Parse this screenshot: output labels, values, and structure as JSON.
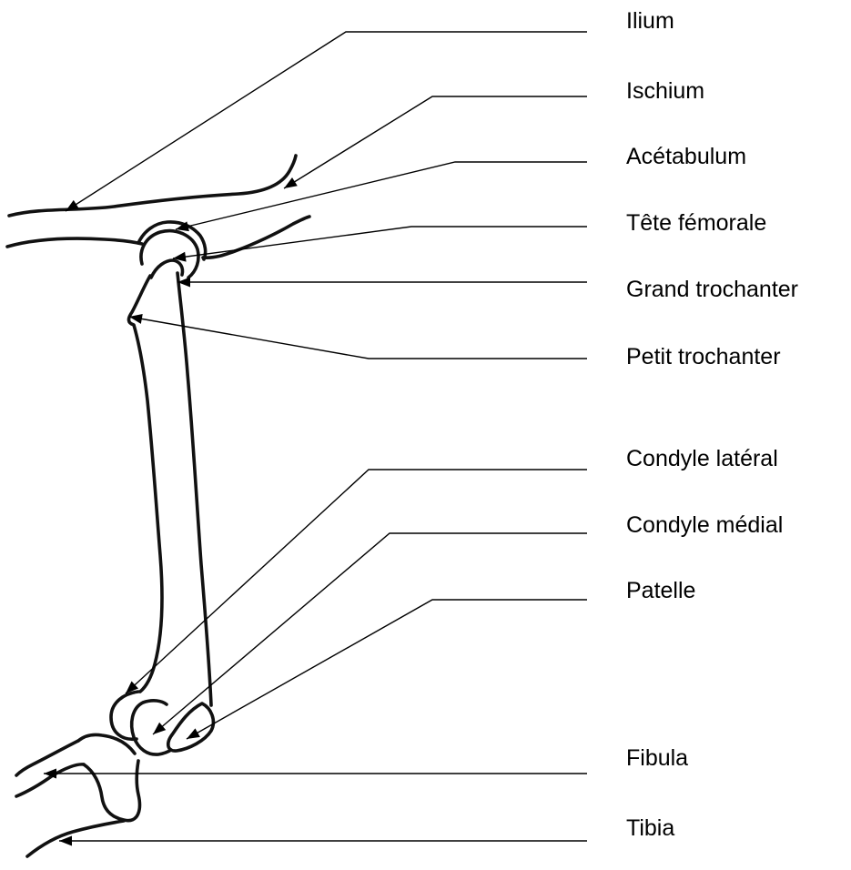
{
  "labels": [
    {
      "key": "ilium",
      "text": "Ilium"
    },
    {
      "key": "ischium",
      "text": "Ischium"
    },
    {
      "key": "acetabulum",
      "text": "Acétabulum"
    },
    {
      "key": "femoral_head",
      "text": "Tête fémorale"
    },
    {
      "key": "greater_trochanter",
      "text": "Grand trochanter"
    },
    {
      "key": "lesser_trochanter",
      "text": "Petit trochanter"
    },
    {
      "key": "lateral_condyle",
      "text": "Condyle latéral"
    },
    {
      "key": "medial_condyle",
      "text": "Condyle médial"
    },
    {
      "key": "patella",
      "text": "Patelle"
    },
    {
      "key": "fibula",
      "text": "Fibula"
    },
    {
      "key": "tibia",
      "text": "Tibia"
    }
  ],
  "colors": {
    "ink": "#111111",
    "leader": "#000000",
    "background": "#ffffff"
  }
}
